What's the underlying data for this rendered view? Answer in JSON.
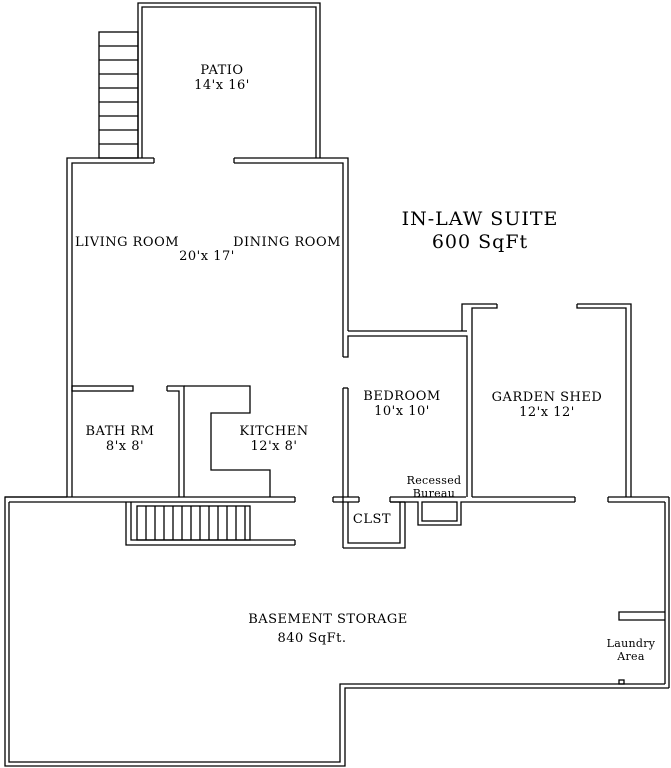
{
  "title": {
    "line1": "IN-LAW SUITE",
    "line2": "600 SqFt"
  },
  "rooms": {
    "patio": {
      "name": "PATIO",
      "size": "14'x 16'"
    },
    "living_room": {
      "name": "LIVING ROOM"
    },
    "dining_room": {
      "name": "DINING ROOM"
    },
    "living_dining_size": "20'x 17'",
    "bath": {
      "name": "BATH RM",
      "size": "8'x 8'"
    },
    "kitchen": {
      "name": "KITCHEN",
      "size": "12'x 8'"
    },
    "bedroom": {
      "name": "BEDROOM",
      "size": "10'x 10'"
    },
    "garden_shed": {
      "name": "GARDEN SHED",
      "size": "12'x 12'"
    },
    "closet": {
      "name": "CLST"
    },
    "recessed_bureau": {
      "line1": "Recessed",
      "line2": "Bureau"
    },
    "basement": {
      "name": "BASEMENT STORAGE",
      "size": "840 SqFt."
    },
    "laundry": {
      "line1": "Laundry",
      "line2": "Area"
    }
  }
}
